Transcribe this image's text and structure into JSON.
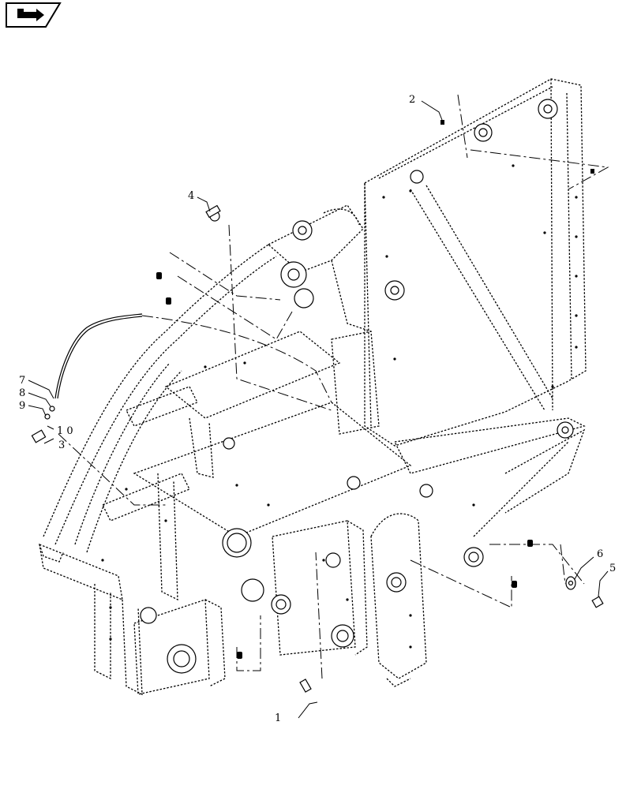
{
  "diagram": {
    "nav_icon": "return-arrow-icon",
    "callouts": [
      {
        "id": "c1",
        "label": "1"
      },
      {
        "id": "c2",
        "label": "2"
      },
      {
        "id": "c3",
        "label": "3"
      },
      {
        "id": "c4",
        "label": "4"
      },
      {
        "id": "c5",
        "label": "5"
      },
      {
        "id": "c6",
        "label": "6"
      },
      {
        "id": "c7",
        "label": "7"
      },
      {
        "id": "c8",
        "label": "8"
      },
      {
        "id": "c9",
        "label": "9"
      },
      {
        "id": "c10",
        "label": "1 0"
      }
    ]
  }
}
